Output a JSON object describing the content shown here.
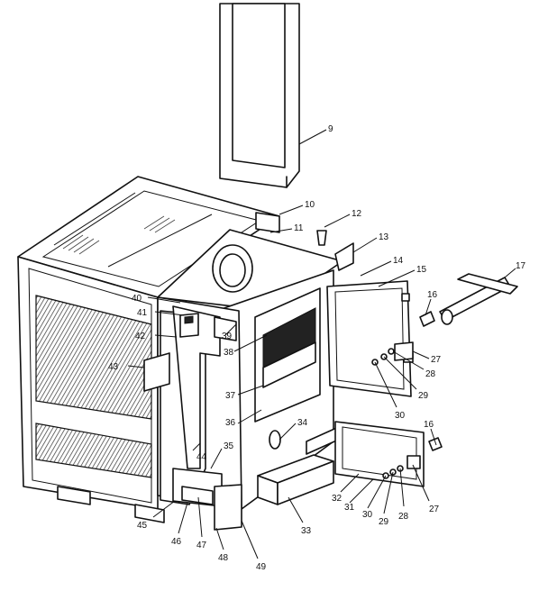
{
  "callouts": [
    {
      "id": "c9",
      "label": "9"
    },
    {
      "id": "c10",
      "label": "10"
    },
    {
      "id": "c11",
      "label": "11"
    },
    {
      "id": "c12",
      "label": "12"
    },
    {
      "id": "c13",
      "label": "13"
    },
    {
      "id": "c14",
      "label": "14"
    },
    {
      "id": "c15",
      "label": "15"
    },
    {
      "id": "c16a",
      "label": "16"
    },
    {
      "id": "c16b",
      "label": "16"
    },
    {
      "id": "c17",
      "label": "17"
    },
    {
      "id": "c27a",
      "label": "27"
    },
    {
      "id": "c28a",
      "label": "28"
    },
    {
      "id": "c29a",
      "label": "29"
    },
    {
      "id": "c30a",
      "label": "30"
    },
    {
      "id": "c27b",
      "label": "27"
    },
    {
      "id": "c28b",
      "label": "28"
    },
    {
      "id": "c29b",
      "label": "29"
    },
    {
      "id": "c30b",
      "label": "30"
    },
    {
      "id": "c31",
      "label": "31"
    },
    {
      "id": "c32",
      "label": "32"
    },
    {
      "id": "c33",
      "label": "33"
    },
    {
      "id": "c34",
      "label": "34"
    },
    {
      "id": "c35",
      "label": "35"
    },
    {
      "id": "c36",
      "label": "36"
    },
    {
      "id": "c37",
      "label": "37"
    },
    {
      "id": "c38",
      "label": "38"
    },
    {
      "id": "c39",
      "label": "39"
    },
    {
      "id": "c40",
      "label": "40"
    },
    {
      "id": "c41",
      "label": "41"
    },
    {
      "id": "c42",
      "label": "42"
    },
    {
      "id": "c43",
      "label": "43"
    },
    {
      "id": "c44",
      "label": "44"
    },
    {
      "id": "c45",
      "label": "45"
    },
    {
      "id": "c46",
      "label": "46"
    },
    {
      "id": "c47",
      "label": "47"
    },
    {
      "id": "c48",
      "label": "48"
    },
    {
      "id": "c49",
      "label": "49"
    }
  ]
}
